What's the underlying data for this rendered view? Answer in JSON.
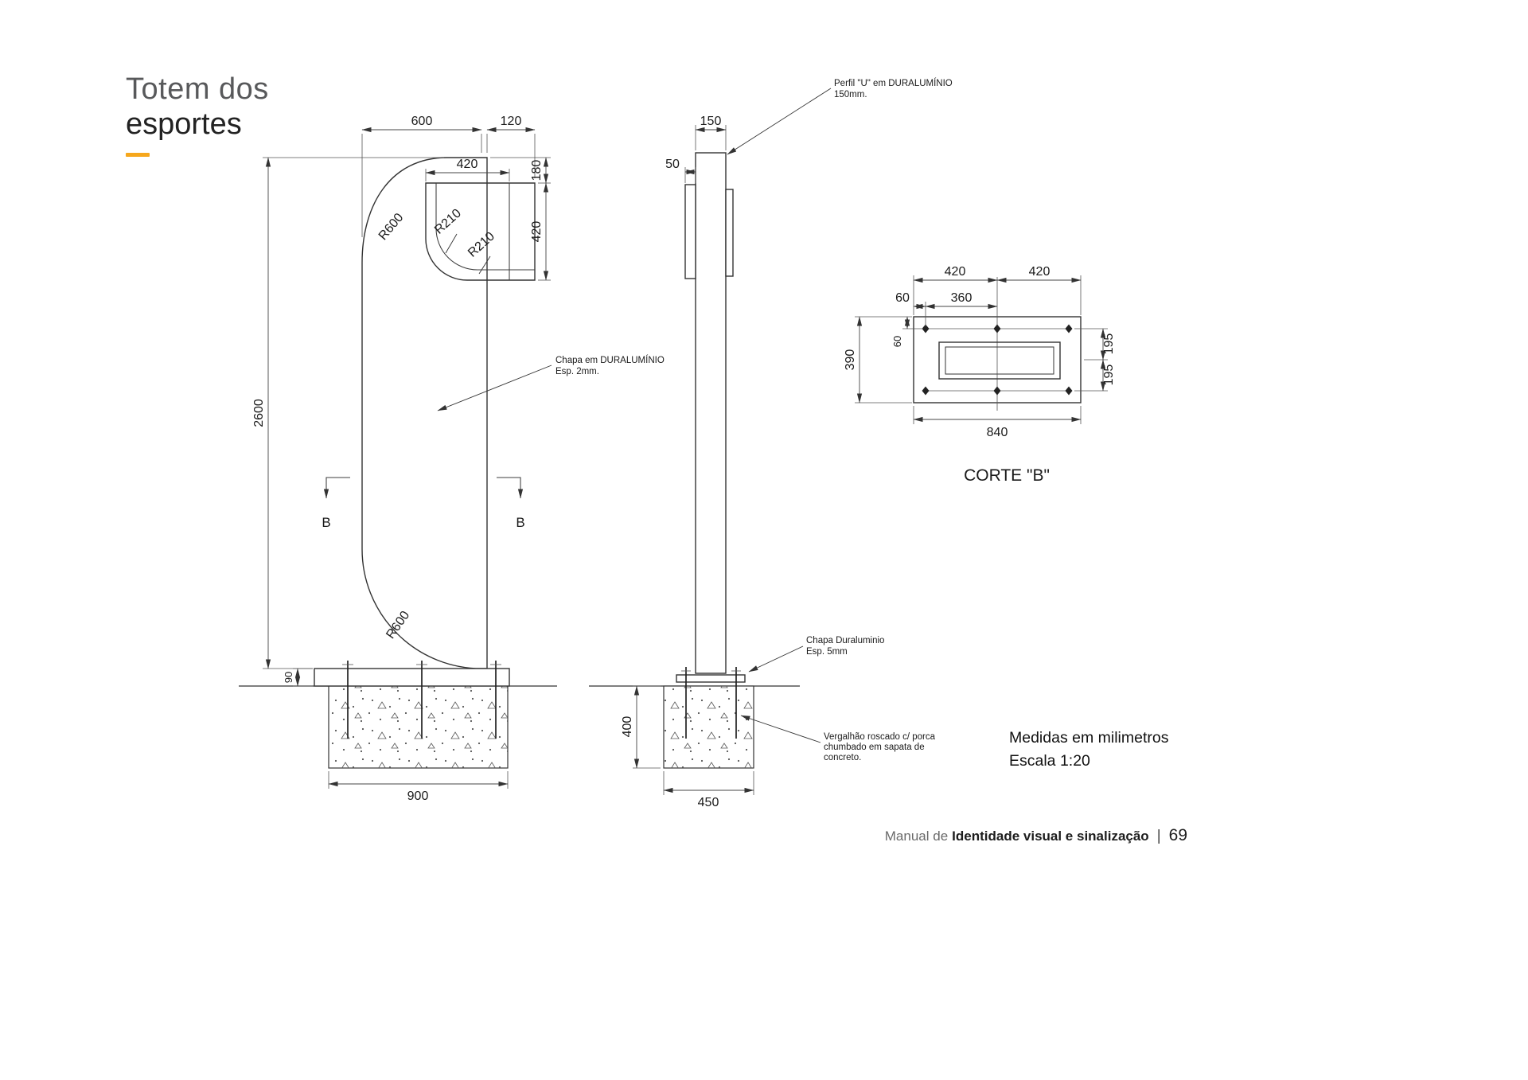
{
  "page": {
    "title_line1": "Totem dos",
    "title_line2": "esportes",
    "notes_line1": "Medidas em milimetros",
    "notes_line2": "Escala 1:20",
    "footer_prefix": "Manual de",
    "footer_bold": "Identidade visual e sinalização",
    "footer_separator": "|",
    "footer_page": "69",
    "accent_color": "#F6A71C",
    "line_color": "#333333"
  },
  "front_view": {
    "dims": {
      "top_width": "600",
      "top_right_offset": "120",
      "panel_width": "420",
      "panel_top_offset": "180",
      "panel_height": "420",
      "total_height": "2600",
      "base_plate": "90",
      "foundation_width": "900"
    },
    "radii": {
      "top_curve": "R600",
      "inner_curve_a": "R210",
      "inner_curve_b": "R210",
      "bottom_curve": "R600"
    },
    "section_marker_left": "B",
    "section_marker_right": "B",
    "annotation_sheet_line1": "Chapa em DURALUMÍNIO",
    "annotation_sheet_line2": "Esp. 2mm."
  },
  "side_view": {
    "dims": {
      "profile_width": "150",
      "sheet_offset": "50",
      "foundation_depth": "400",
      "foundation_width": "450"
    },
    "annotation_profile_line1": "Perfil \"U\" em DURALUMÍNIO",
    "annotation_profile_line2": "150mm.",
    "annotation_base_line1": "Chapa Duraluminio",
    "annotation_base_line2": "Esp. 5mm",
    "annotation_anchor_line1": "Vergalhão roscado c/ porca",
    "annotation_anchor_line2": "chumbado em sapata de",
    "annotation_anchor_line3": "concreto."
  },
  "section_view": {
    "title": "CORTE \"B\"",
    "dims": {
      "left_half": "420",
      "right_half": "420",
      "bolt_edge_offset": "60",
      "bolt_spacing": "360",
      "plate_height": "390",
      "bolt_top_offset": "60",
      "row_spacing_top": "195",
      "row_spacing_bottom": "195",
      "plate_width": "840"
    }
  }
}
